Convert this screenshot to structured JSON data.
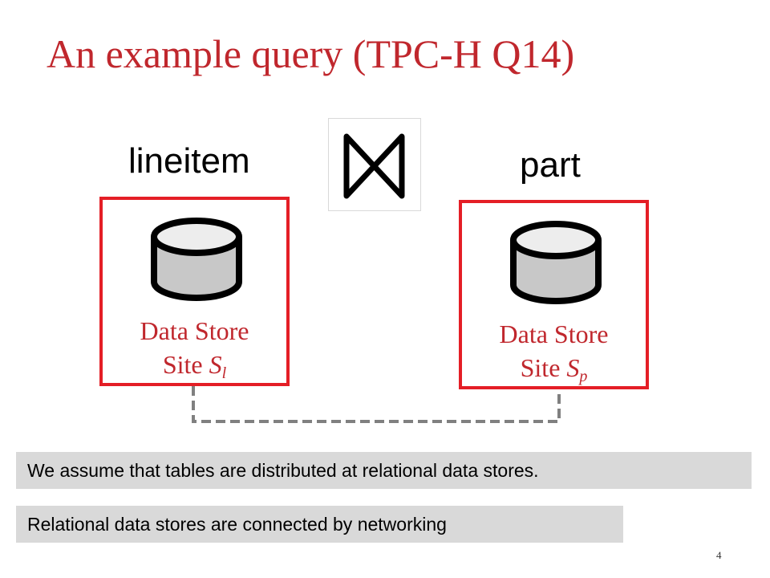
{
  "title": "An example query (TPC-H Q14)",
  "tables": {
    "left": "lineitem",
    "right": "part"
  },
  "sites": {
    "left": {
      "line1": "Data Store",
      "prefix": "Site ",
      "symbol": "S",
      "subscript": "l"
    },
    "right": {
      "line1": "Data Store",
      "prefix": "Site ",
      "symbol": "S",
      "subscript": "p"
    }
  },
  "notes": [
    "We assume that tables are distributed at relational data stores.",
    "Relational data stores are connected by networking"
  ],
  "page_number": "4",
  "colors": {
    "title": "#c0272d",
    "site_border": "#e41e26",
    "note_background": "#d9d9d9"
  },
  "icons": {
    "join": "bowtie-join-icon",
    "database": "database-cylinder-icon"
  }
}
